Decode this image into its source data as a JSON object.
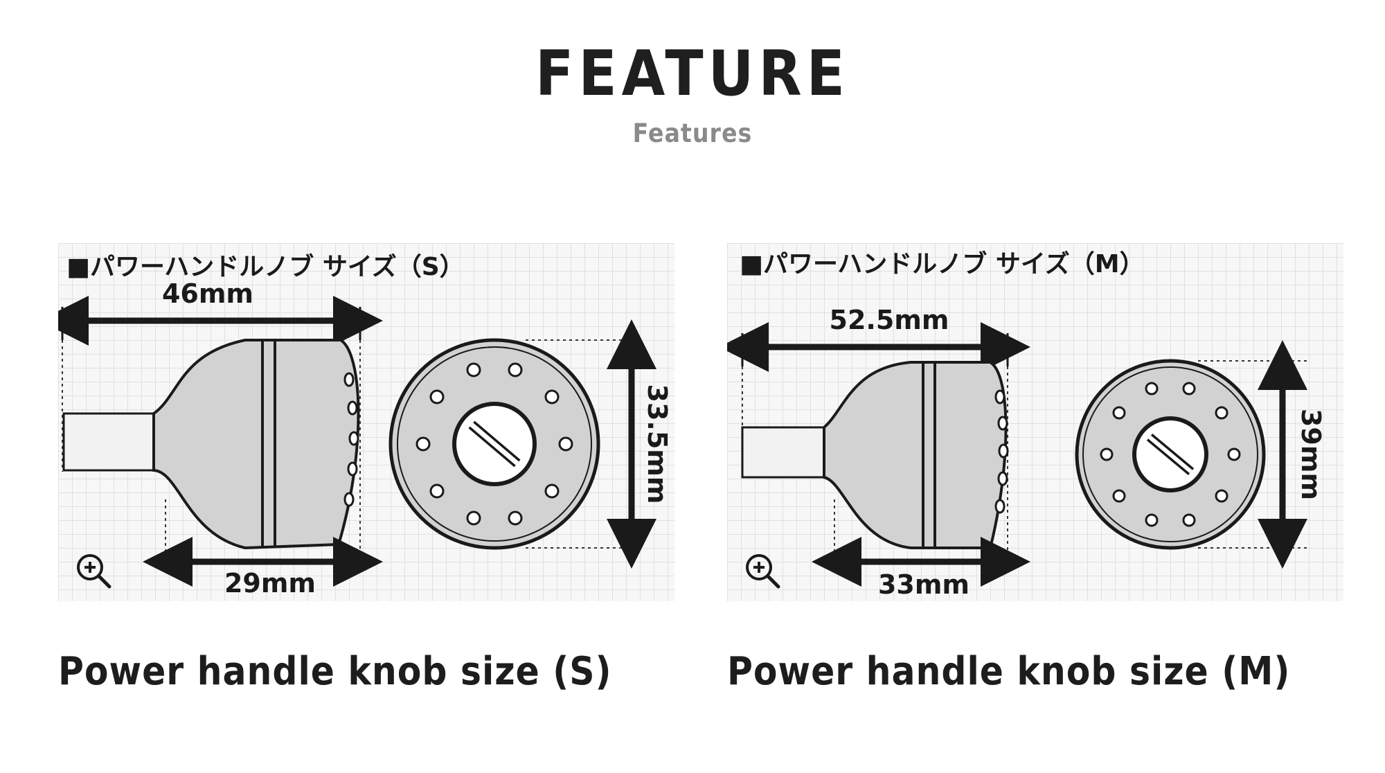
{
  "header": {
    "title": "FEATURE",
    "subtitle": "Features"
  },
  "cards": [
    {
      "figure_heading": "■パワーハンドルノブ サイズ（S）",
      "total_length": "46mm",
      "body_length": "29mm",
      "diameter": "33.5mm",
      "caption": "Power handle knob size (S)",
      "zoom_icon": "zoom-in-icon"
    },
    {
      "figure_heading": "■パワーハンドルノブ サイズ（M）",
      "total_length": "52.5mm",
      "body_length": "33mm",
      "diameter": "39mm",
      "caption": "Power handle knob size (M)",
      "zoom_icon": "zoom-in-icon"
    }
  ],
  "colors": {
    "knob_fill": "#d2d2d2",
    "grid_line": "#e2e2e2",
    "ink": "#1a1a1a",
    "subtitle": "#8a8a8a"
  }
}
